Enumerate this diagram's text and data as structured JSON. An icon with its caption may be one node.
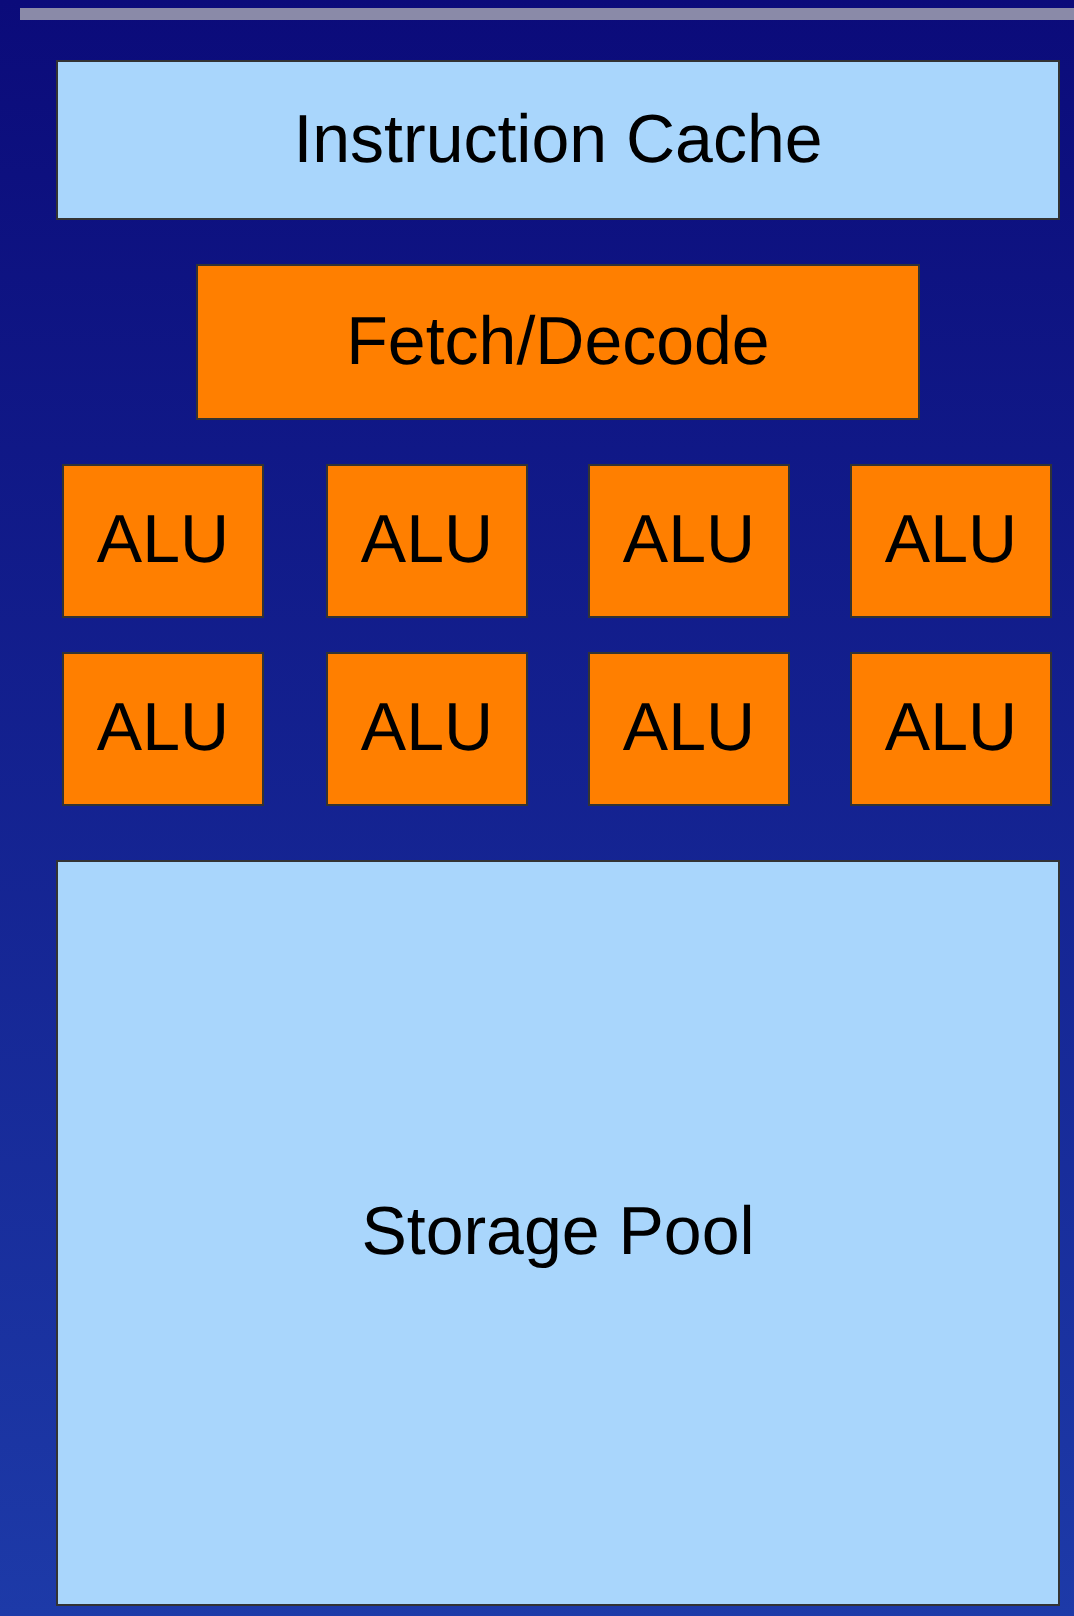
{
  "diagram": {
    "nodes": [
      {
        "text": [
          "Instruction Cache"
        ]
      },
      {
        "text": [
          "Fetch/Decode"
        ]
      },
      {
        "text": [
          "ALU"
        ]
      },
      {
        "text": [
          "ALU"
        ]
      },
      {
        "text": [
          "ALU"
        ]
      },
      {
        "text": [
          "ALU"
        ]
      },
      {
        "text": [
          "ALU"
        ]
      },
      {
        "text": [
          "ALU"
        ]
      },
      {
        "text": [
          "ALU"
        ]
      },
      {
        "text": [
          "ALU"
        ]
      },
      {
        "text": [
          "Storage Pool"
        ]
      }
    ]
  }
}
